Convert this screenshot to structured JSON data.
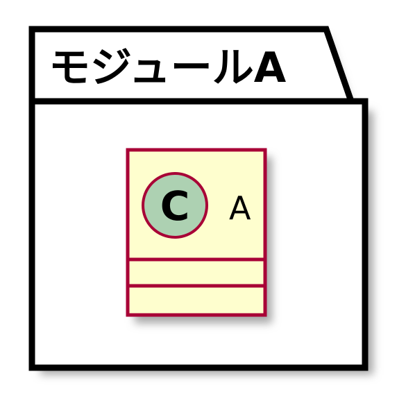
{
  "package": {
    "title": "モジュールA"
  },
  "class": {
    "stereotype_letter": "C",
    "name": "A"
  },
  "colors": {
    "package_fill": "#ffffff",
    "package_border": "#000000",
    "class_fill": "#fefece",
    "class_border": "#a80036",
    "stereotype_fill": "#add1b2",
    "shadow": "#9a9a9a",
    "text": "#000000"
  }
}
